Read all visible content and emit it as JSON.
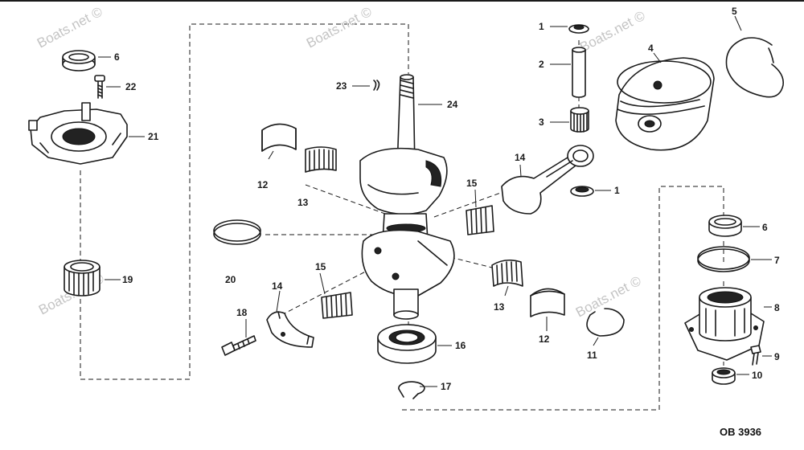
{
  "diagram_code": "OB 3936",
  "watermark_text": "Boats.net ©",
  "parts": {
    "p1a": "1",
    "p1b": "1",
    "p2": "2",
    "p3": "3",
    "p4": "4",
    "p5": "5",
    "p6a": "6",
    "p6b": "6",
    "p7": "7",
    "p8": "8",
    "p9": "9",
    "p10": "10",
    "p11": "11",
    "p12a": "12",
    "p12b": "12",
    "p13a": "13",
    "p13b": "13",
    "p14a": "14",
    "p14b": "14",
    "p15a": "15",
    "p15b": "15",
    "p16": "16",
    "p17": "17",
    "p18": "18",
    "p19": "19",
    "p20": "20",
    "p21": "21",
    "p22": "22",
    "p23": "23",
    "p24": "24"
  }
}
